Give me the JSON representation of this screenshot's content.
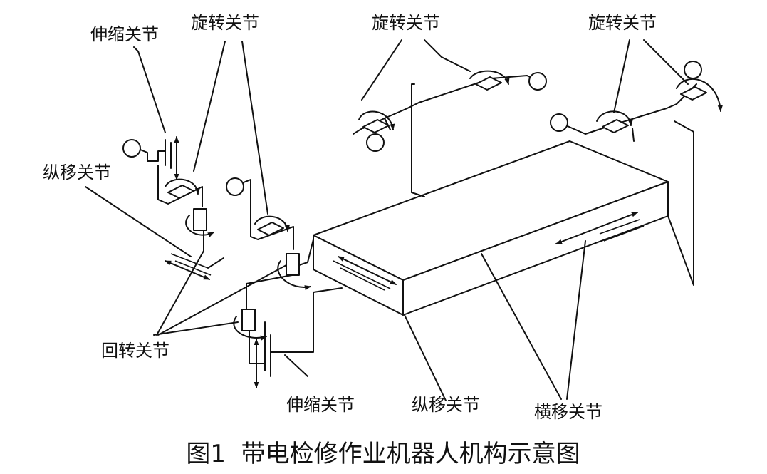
{
  "labels": {
    "telescopic_top": "伸缩关节",
    "rotary_top_left": "旋转关节",
    "rotary_top_mid": "旋转关节",
    "rotary_top_right": "旋转关节",
    "longitudinal_left": "纵移关节",
    "slewing": "回转关节",
    "telescopic_bottom": "伸缩关节",
    "longitudinal_bottom": "纵移关节",
    "transverse": "横移关节"
  },
  "caption": "图1  带电检修作业机器人机构示意图"
}
